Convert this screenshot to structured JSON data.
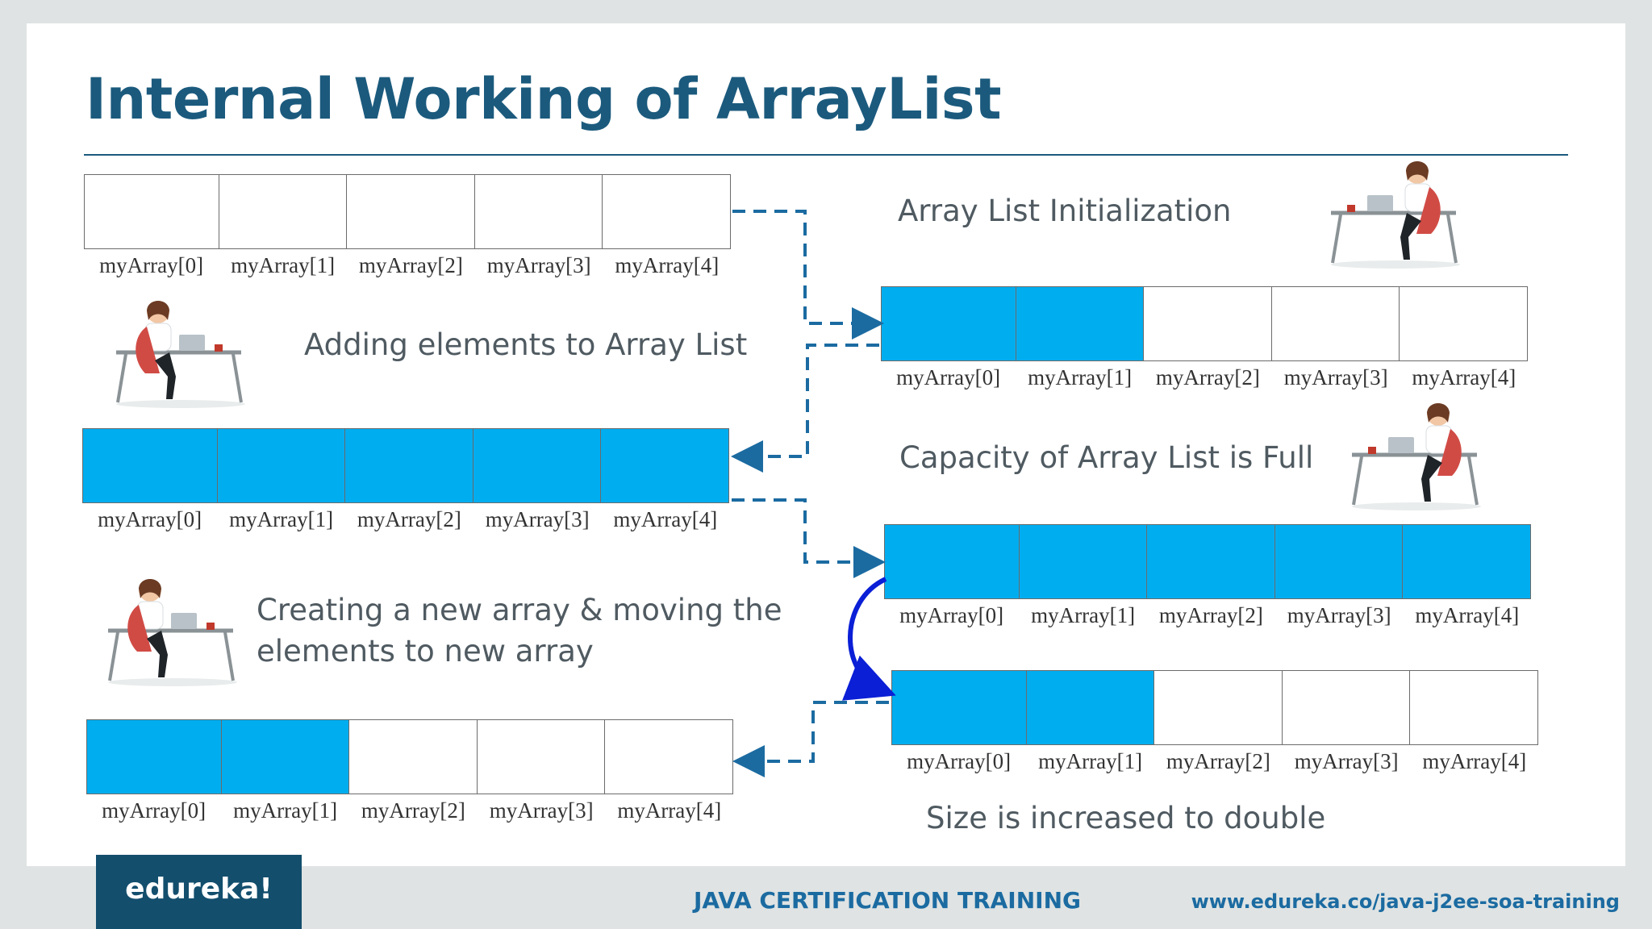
{
  "slide": {
    "title": "Internal Working of ArrayList"
  },
  "stages": {
    "initialization": "Array List Initialization",
    "adding": "Adding elements to Array List",
    "capacity_full": "Capacity of Array List is Full",
    "creating_line1": "Creating a new array & moving the",
    "creating_line2": "elements to new array",
    "doubled": "Size is increased to double"
  },
  "arrays": {
    "a1": {
      "captions": [
        "myArray[0]",
        "myArray[1]",
        "myArray[2]",
        "myArray[3]",
        "myArray[4]"
      ],
      "filled": [
        false,
        false,
        false,
        false,
        false
      ]
    },
    "a2": {
      "captions": [
        "myArray[0]",
        "myArray[1]",
        "myArray[2]",
        "myArray[3]",
        "myArray[4]"
      ],
      "filled": [
        true,
        true,
        false,
        false,
        false
      ]
    },
    "a3": {
      "captions": [
        "myArray[0]",
        "myArray[1]",
        "myArray[2]",
        "myArray[3]",
        "myArray[4]"
      ],
      "filled": [
        true,
        true,
        true,
        true,
        true
      ]
    },
    "a4": {
      "captions": [
        "myArray[0]",
        "myArray[1]",
        "myArray[2]",
        "myArray[3]",
        "myArray[4]"
      ],
      "filled": [
        true,
        true,
        true,
        true,
        true
      ]
    },
    "a5": {
      "captions": [
        "myArray[0]",
        "myArray[1]",
        "myArray[2]",
        "myArray[3]",
        "myArray[4]"
      ],
      "filled": [
        true,
        true,
        false,
        false,
        false
      ]
    },
    "a6": {
      "captions": [
        "myArray[0]",
        "myArray[1]",
        "myArray[2]",
        "myArray[3]",
        "myArray[4]"
      ],
      "filled": [
        true,
        true,
        false,
        false,
        false
      ]
    }
  },
  "footer": {
    "logo": "edureka!",
    "course": "JAVA CERTIFICATION TRAINING",
    "url": "www.edureka.co/java-j2ee-soa-training"
  },
  "colors": {
    "title": "#1b5a7d",
    "filled_cell": "#00adef",
    "connector": "#1b6ba1",
    "copy_arrow": "#0a1fd6",
    "footer_logo_bg": "#134e6d"
  }
}
